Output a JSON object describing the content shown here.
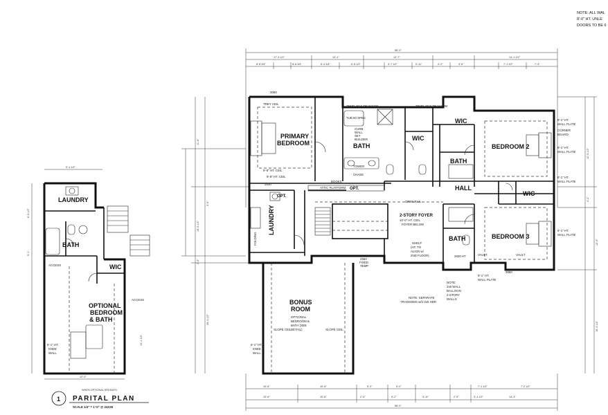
{
  "notes": {
    "top_right": [
      "NOTE: ALL WAL",
      "8'-0\" HT. UNLE",
      "DOORS TO BE 6"
    ]
  },
  "rooms": {
    "laundry_left": "LAUNDRY",
    "bath_left": "BATH",
    "wic_left": "WIC",
    "optional_bedroom": [
      "OPTIONAL",
      "BEDROOM",
      "& BATH"
    ],
    "primary_bedroom": [
      "PRIMARY",
      "BEDROOM"
    ],
    "bath_primary": "BATH",
    "wic_primary": "WIC",
    "wic_upper": "WIC",
    "bedroom2": "BEDROOM 2",
    "bath_upper": "BATH",
    "hall": "HALL",
    "wic_right": "WIC",
    "laundry_main": "LAUNDRY",
    "opt_small": "OPT.",
    "opt_upper": "OPT.",
    "foyer": "2-STORY FOYER",
    "bath_lower": "BATH",
    "bedroom3": "BEDROOM 3",
    "bonus_room": [
      "BONUS",
      "ROOM"
    ]
  },
  "labels": {
    "trey_ceil": "TREY CEIL",
    "primary_ceil": "9'-8\" HT. CEIL",
    "primary_ceil2": "9'-8\" HT. CEIL",
    "attic_platform": "ATTIC PLATFORM",
    "chase": "CHASE",
    "open_rail": "OPEN RAIL",
    "foyer_below": [
      "10'-0\" HT. CEIL",
      "FOYER BELOW"
    ],
    "shelf": [
      "SHELF",
      "(HT. TO",
      "ALIGN w/",
      "2ND FLOOR)"
    ],
    "bonus_note": [
      "OPTIONAL",
      "BEDROOM &",
      "BATH (SEE",
      "DETAIL)"
    ],
    "slope_ceil": "SLOPE CEIL.",
    "slope_ceil2": "SLOPE CEIL.",
    "knee_wall": [
      "6'-1\" HT.",
      "KNEE",
      "WALL"
    ],
    "knee_wall2": [
      "6'-1\" HT.",
      "KNEE",
      "WALL"
    ],
    "access": "ACCESS",
    "access2": "ACCESS",
    "vault": "VAULT",
    "vault2": "VAULT",
    "corner_board": [
      "CORNER",
      "BOARD"
    ],
    "wall_plate": [
      "8'-1\" HT.",
      "WALL PLATE"
    ],
    "wall_plate2": [
      "8'-1\" HT.",
      "WALL PLATE"
    ],
    "wall_plate3": [
      "8'-1\" HT.",
      "WALL PLATE"
    ],
    "wall_plate4": [
      "8'-1\" HT.",
      "WALL PLATE"
    ],
    "wall_plate5": [
      "8'-1\" HT.",
      "WALL PLATE"
    ],
    "transom": "TEMP 4010 TRANSOM",
    "transom2": "TEMP 4010 TRANSOM",
    "separate_transom": [
      "NOTE: SEPARATE",
      "TRANSOMS w/2-2x6 HDR"
    ],
    "note_balloon": [
      "NOTE:",
      "2x6 WALL",
      "BALLOON",
      "2-STORY",
      "WALLS"
    ],
    "fixed_temp": [
      "2660",
      "FIXED",
      "TEMP"
    ],
    "bookshelf": "BOOKS",
    "folding": "FOLDING",
    "tower": "TOWER",
    "shower": "TUB 60 SPEC",
    "curb": [
      "CURB",
      "WALL",
      "SET",
      "BUILDER"
    ],
    "window_3050": "3050",
    "window_3060": "3060",
    "window_2630": "2630",
    "dh_window": "2630 HT"
  },
  "dimensions": {
    "overall_top": "58'-0\"",
    "top_row": [
      "17'-3 1/2\"",
      "12'-1\"",
      "12'-7\"",
      "14'-1 1/2\""
    ],
    "top_sub": [
      "8'-8 3/4\"",
      "8'-8 3/4\"",
      "6'-4 3/4\"",
      "6'-8 1/2\"",
      "4'-7 1/2\"",
      "5'-11\"",
      "4'-2\"",
      "3'-6\"",
      "7'-1 1/2\"",
      "7'-4\""
    ],
    "bottom_row": [
      "10'-6\"",
      "10'-6\"",
      "5'-2\"",
      "5'-2\"",
      "7'-1 1/2\"",
      "7'-2 1/2\""
    ],
    "bottom_sub": [
      "10'-6\"",
      "10'-6\"",
      "2'-0\"",
      "5'-2\"",
      "3'-11\"",
      "2'-5\"",
      "3'-1 1/2\"",
      "14'-3\""
    ],
    "overall_bottom": "58'-0\"",
    "left_side": [
      "11'-0\"",
      "19'-5 1/2\"",
      "26'-4 1/2\"",
      "3'-5\"",
      "2'-0\""
    ],
    "right_side": [
      "12'-5 1/2\"",
      "4'-2\"",
      "12'-0\"",
      "16'-4 1/2\""
    ],
    "partial_top": "9'-1 1/2\"",
    "partial_left": [
      "6'-5 1/2\"",
      "5'-1\""
    ],
    "partial_bottom": "12'-0\"",
    "partial_right": "14'-1 1/2\""
  },
  "title_block": {
    "number": "1",
    "caption": "WHEN OPTIONAL SPA BATH",
    "name": "PARITAL PLAN",
    "scale": "SCALE 1/4\" = 1'-0\"  @ 24X36"
  }
}
